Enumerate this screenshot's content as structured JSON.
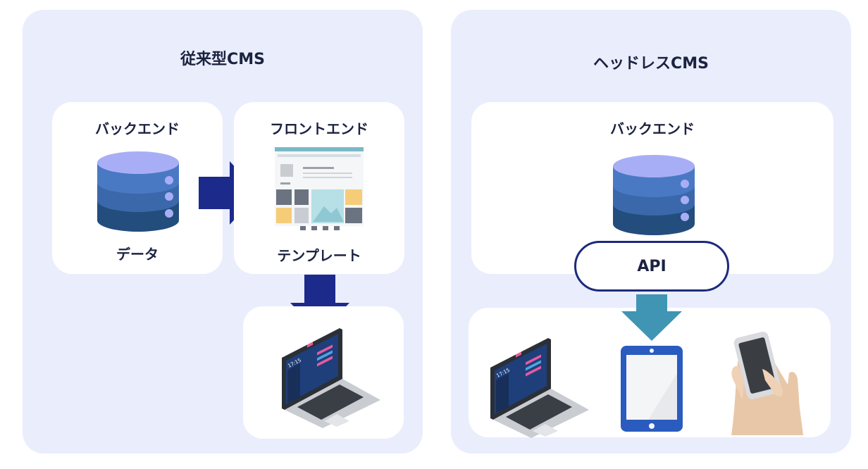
{
  "traditional": {
    "title": "従来型CMS",
    "backend_label": "バックエンド",
    "data_label": "データ",
    "frontend_label": "フロントエンド",
    "template_label": "テンプレート"
  },
  "headless": {
    "title": "ヘッドレスCMS",
    "backend_label": "バックエンド",
    "api_label": "API"
  },
  "laptop": {
    "clock": "17:15"
  },
  "colors": {
    "panel_bg": "#eaedfc",
    "arrow_dark": "#1c2a8c",
    "arrow_teal": "#3f95b3",
    "db_top": "#a8aef5",
    "db_mid": "#4a79c4",
    "db_bottom": "#234d7c"
  }
}
